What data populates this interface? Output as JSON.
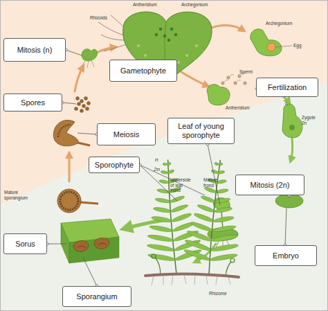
{
  "diagram": {
    "nodes": [
      {
        "text": [
          "Mitosis (n)"
        ]
      },
      {
        "text": [
          "Gametophyte"
        ]
      },
      {
        "text": [
          "Fertilization"
        ]
      },
      {
        "text": [
          "Spores"
        ]
      },
      {
        "text": [
          "Meiosis"
        ]
      },
      {
        "text": [
          "Leaf of young sporophyte"
        ]
      },
      {
        "text": [
          "Sporophyte"
        ]
      },
      {
        "text": [
          "Mitosis (2n)"
        ]
      },
      {
        "text": [
          "Sorus"
        ]
      },
      {
        "text": [
          "Embryo"
        ]
      },
      {
        "text": [
          "Sporangium"
        ]
      }
    ],
    "labels": [
      "Antheridium",
      "Archegonium",
      "Rhizoids",
      "Archegonium",
      "Egg",
      "Sperm",
      "Antheridium",
      "n",
      "Zygote 2n",
      "n",
      "2n",
      "Underside of leaf frond",
      "Mature frond",
      "Mature sporangium",
      "Rhizome"
    ]
  }
}
